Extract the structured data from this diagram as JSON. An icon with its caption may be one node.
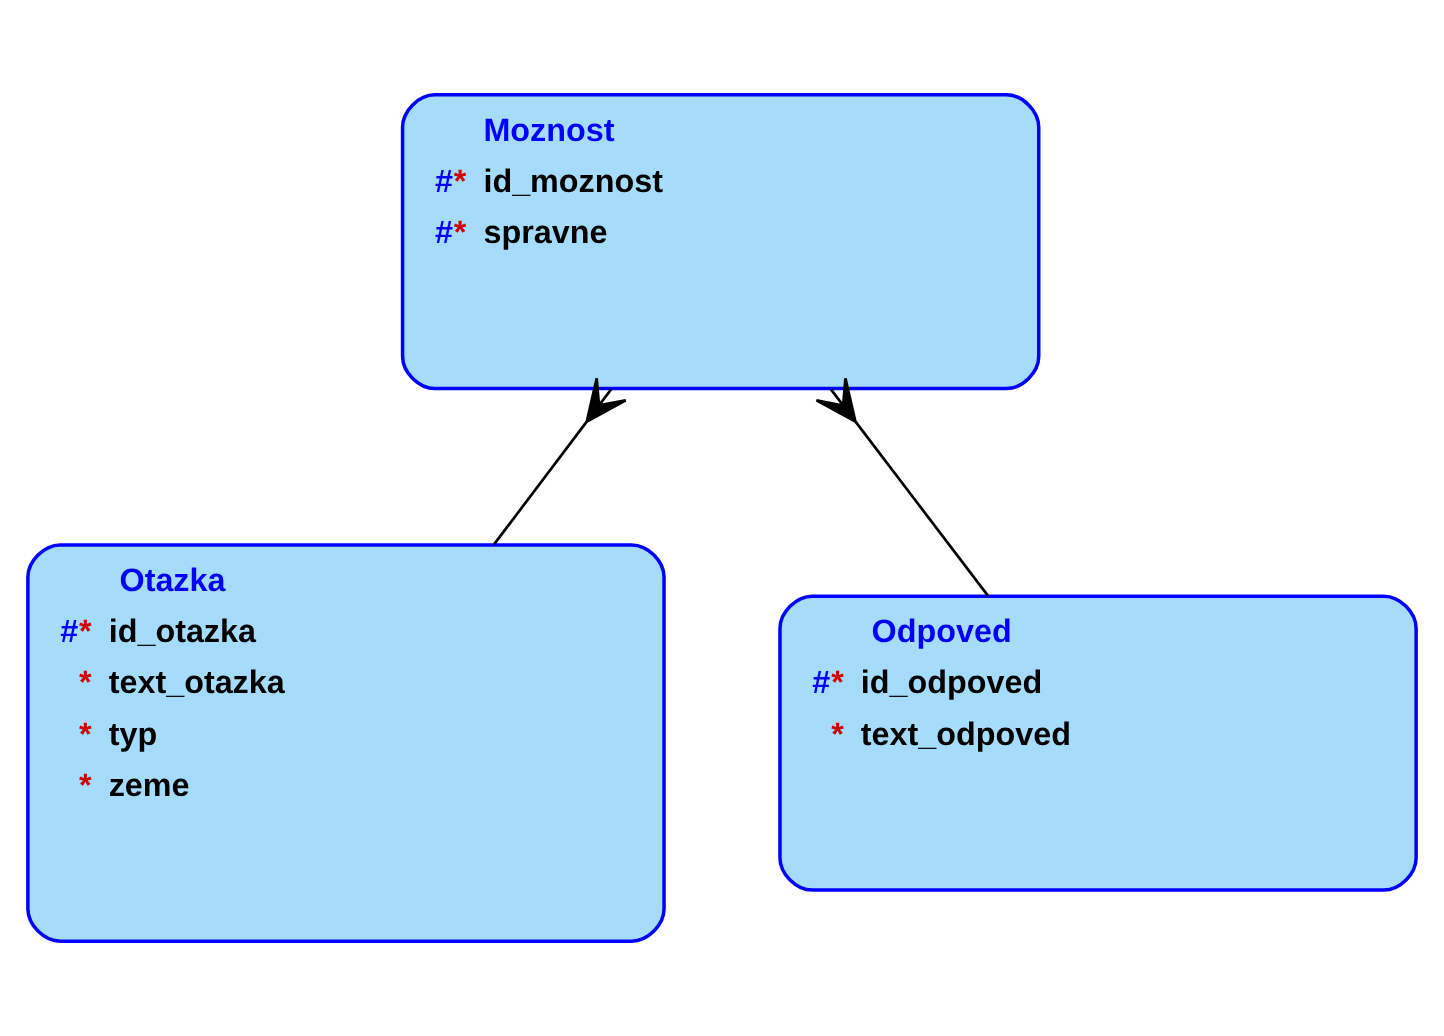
{
  "diagram": {
    "nodes": [
      {
        "text": [
          "Moznost",
          "#* id_moznost",
          "#* spravne"
        ]
      },
      {
        "text": [
          "Otazka",
          "#* id_otazka",
          "* text_otazka",
          "* typ",
          "* zeme"
        ]
      },
      {
        "text": [
          "Odpoved",
          "#* id_odpoved",
          "* text_odpoved"
        ]
      }
    ],
    "edges": [
      {
        "from": 1,
        "to": 0,
        "arrow": "other"
      },
      {
        "from": 2,
        "to": 0,
        "arrow": "other"
      }
    ]
  }
}
